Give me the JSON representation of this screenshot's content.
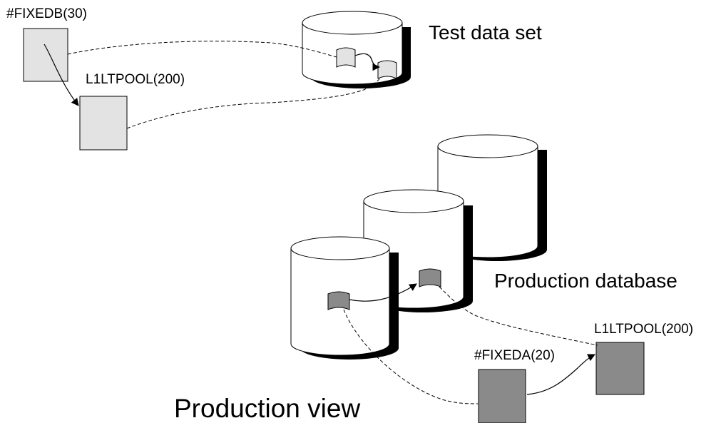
{
  "labels": {
    "test_block": "#FIXEDB(30)",
    "test_pool": "L1LTPOOL(200)",
    "test_data_set": "Test data set",
    "production_database": "Production database",
    "prod_block": "#FIXEDA(20)",
    "prod_pool": "L1LTPOOL(200)",
    "production_view": "Production view"
  },
  "colors": {
    "light_box": "#e3e3e3",
    "dark_box": "#8a8a8a",
    "outline": "#000000",
    "background": "#ffffff"
  }
}
